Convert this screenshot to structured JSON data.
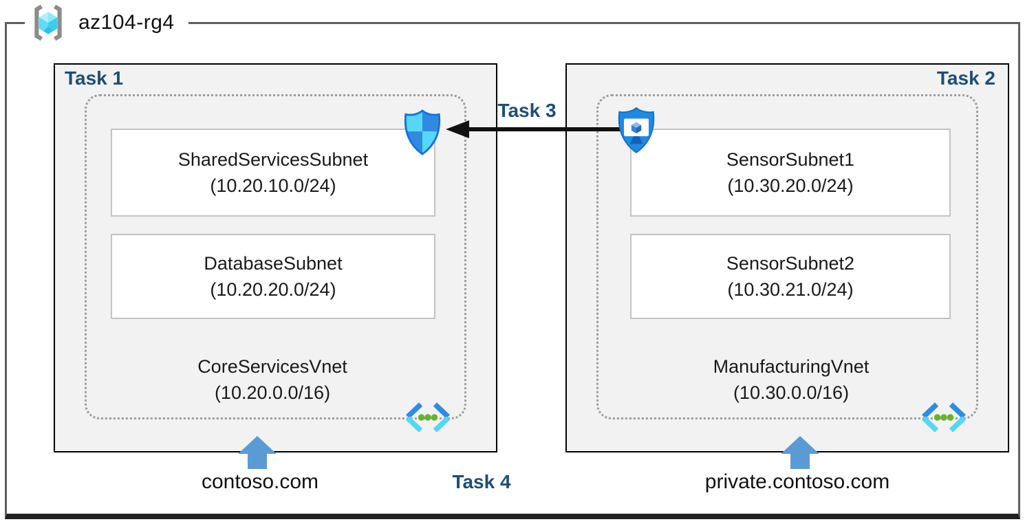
{
  "resource_group": {
    "name": "az104-rg4"
  },
  "tasks": {
    "task1": "Task 1",
    "task2": "Task 2",
    "task3": "Task 3",
    "task4": "Task 4"
  },
  "vnets": [
    {
      "name": "CoreServicesVnet",
      "cidr": "(10.20.0.0/16)",
      "dns_zone": "contoso.com",
      "subnets": [
        {
          "name": "SharedServicesSubnet",
          "cidr": "(10.20.10.0/24)"
        },
        {
          "name": "DatabaseSubnet",
          "cidr": "(10.20.20.0/24)"
        }
      ]
    },
    {
      "name": "ManufacturingVnet",
      "cidr": "(10.30.0.0/16)",
      "dns_zone": "private.contoso.com",
      "subnets": [
        {
          "name": "SensorSubnet1",
          "cidr": "(10.30.20.0/24)"
        },
        {
          "name": "SensorSubnet2",
          "cidr": "(10.30.21.0/24)"
        }
      ]
    }
  ],
  "icons": {
    "resource_group": "resource-group-icon",
    "virtual_network": "virtual-network-icon",
    "network_security_group": "network-security-group-icon",
    "bastion": "bastion-shield-monitor-icon",
    "dns_up_arrow": "up-arrow-icon",
    "task3_arrow": "left-arrow-connector"
  },
  "colors": {
    "task_label_blue": "#1d4e79",
    "box_fill": "#f2f2f2",
    "box_border": "#000000",
    "subnet_border": "#c3c3c3",
    "dotted_border": "#9c9c9c",
    "dns_arrow_blue": "#5b9bd5",
    "connector_black": "#111111",
    "azure_blue": "#2e8ce4",
    "azure_cyan": "#50d9f8",
    "vnet_dot_green": "#66b32e",
    "frame_gray": "#5f5f5f"
  }
}
